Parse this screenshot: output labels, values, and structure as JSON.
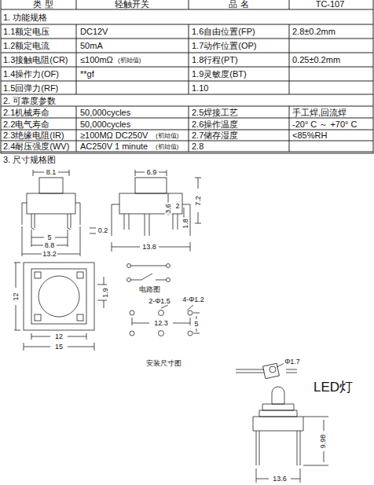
{
  "diagram": {
    "labels": [
      "类 型",
      "轻触开关",
      "品 名",
      "TC-107",
      "1. 功能规格",
      "1.1额定电压",
      "DC12V",
      "1.6自由位置(FP)",
      "2.8±0.2mm",
      "1.2额定电流",
      "50mA",
      "1.7动作位置(OP)",
      "1.3接触电阻(CR)",
      "≤100mΩ",
      "(初始值)",
      "1.8行程(PT)",
      "0.25±0.2mm",
      "1.4操作力(OF)",
      "**gf",
      "1.9灵敏度(BT)",
      "1.5回弹力(RF)",
      "1.10",
      "2. 可靠度参数",
      "2.1机械寿命",
      "50,000cycles",
      "2.5焊接工艺",
      "手工焊,回流焊",
      "2.2电气寿命",
      "50,000cycles",
      "2.6操作温度",
      "-20° C ～ +70° C",
      "2.3绝缘电阻(IR)",
      "≥100MΩ DC250V",
      "(初始值)",
      "2.7储存湿度",
      "<85%RH",
      "2.4耐压强度(WV)",
      "AC250V 1 minute",
      "(初始值)",
      "2.8",
      "3. 尺寸规格图",
      "8.1",
      "6.9",
      "7.2",
      "3.6",
      "2",
      "1.8",
      "0.2",
      "5",
      "8.8",
      "13.2",
      "13.8",
      "12",
      "1.9",
      "12",
      "15",
      "电路图",
      "2-Φ1.5",
      "4-Φ1.2",
      "12.3",
      "5",
      "安装尺寸图",
      "Φ1.7",
      "LED灯",
      "9.98",
      "13.6"
    ]
  }
}
